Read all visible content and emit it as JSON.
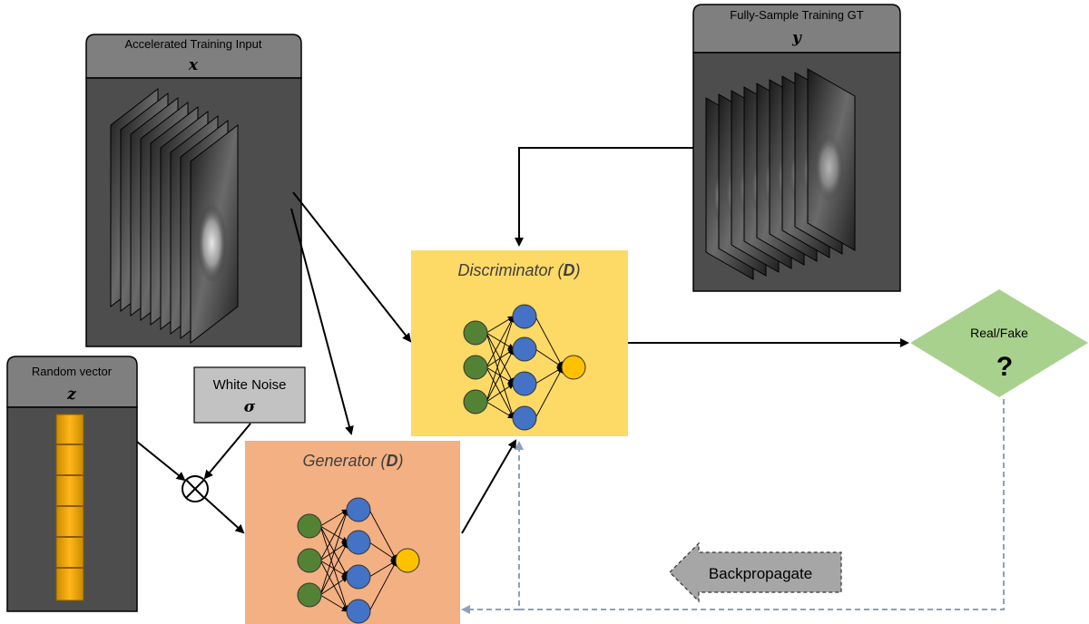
{
  "input_panel": {
    "title": "Accelerated Training Input",
    "symbol": "x"
  },
  "gt_panel": {
    "title": "Fully-Sample Training GT",
    "symbol": "y"
  },
  "random_panel": {
    "title": "Random vector",
    "symbol": "z"
  },
  "noise_box": {
    "title": "White Noise",
    "symbol": "σ"
  },
  "discriminator": {
    "label_main": "Discriminator (",
    "label_letter": "D",
    "label_end": ")",
    "fill": "#fdd966"
  },
  "generator": {
    "label_main": "Generator (",
    "label_letter": "D",
    "label_end": ")",
    "fill": "#f3b083"
  },
  "decision": {
    "label": "Real/Fake",
    "mark": "?",
    "fill": "#a9d18e"
  },
  "backprop": {
    "label": "Backpropagate"
  },
  "colors": {
    "panel_header": "#7f7f7f",
    "panel_body": "#4d4d4d",
    "input_node": "#548235",
    "hidden_node": "#4472c4",
    "output_node": "#ffc000",
    "dashed": "#8ea0bf"
  }
}
